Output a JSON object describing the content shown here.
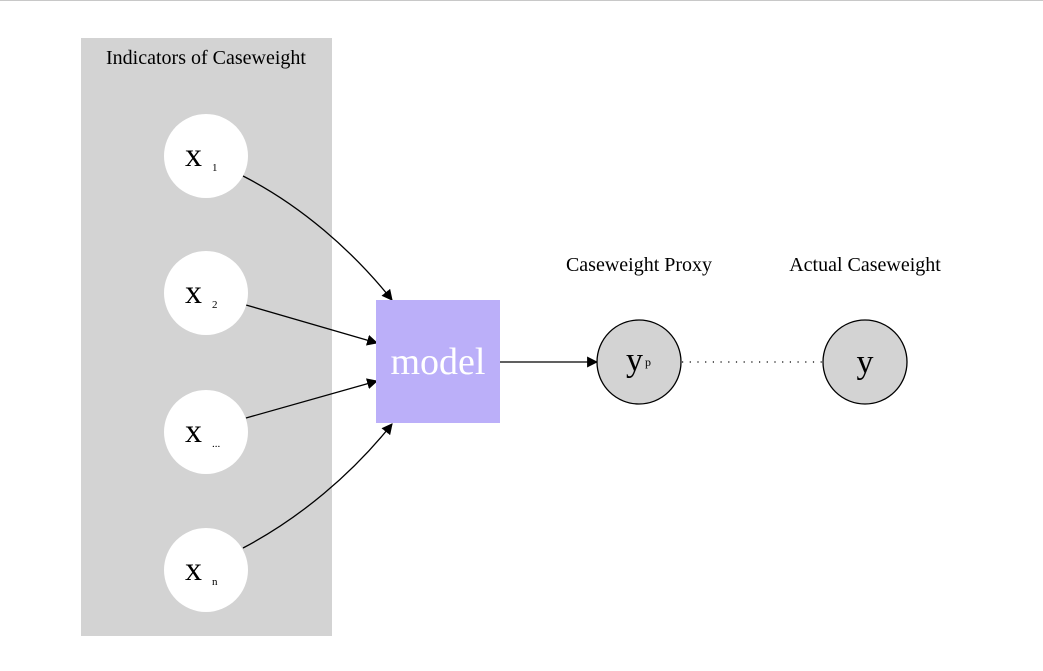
{
  "colors": {
    "cluster_fill": "#d3d3d3",
    "input_node_fill": "#ffffff",
    "model_fill": "#bbaff9",
    "model_text": "#ffffff",
    "output_node_fill": "#d3d3d3",
    "edge": "#000000"
  },
  "cluster": {
    "label": "Indicators of Caseweight"
  },
  "inputs": [
    {
      "base": "x",
      "subscript": "1"
    },
    {
      "base": "x",
      "subscript": "2"
    },
    {
      "base": "x",
      "subscript": "..."
    },
    {
      "base": "x",
      "subscript": "n"
    }
  ],
  "model": {
    "label": "model"
  },
  "proxy": {
    "title": "Caseweight Proxy",
    "base": "y",
    "superscript": "p"
  },
  "actual": {
    "title": "Actual Caseweight",
    "label": "y"
  }
}
